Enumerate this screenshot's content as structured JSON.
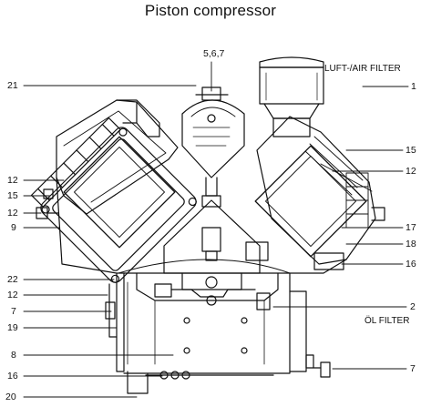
{
  "title": "Piston compressor",
  "callouts": {
    "top": "5,6,7",
    "right_1": "1",
    "right_15": "15",
    "right_12": "12",
    "right_17": "17",
    "right_18": "18",
    "right_16": "16",
    "right_2": "2",
    "right_7": "7",
    "left_21": "21",
    "left_12a": "12",
    "left_15": "15",
    "left_12b": "12",
    "left_9": "9",
    "left_22": "22",
    "left_12c": "12",
    "left_7": "7",
    "left_19": "19",
    "left_8": "8",
    "left_16": "16",
    "left_20": "20"
  },
  "annotations": {
    "air_filter": "LUFT-/AIR FILTER",
    "oil_filter": "ÖL FILTER"
  }
}
